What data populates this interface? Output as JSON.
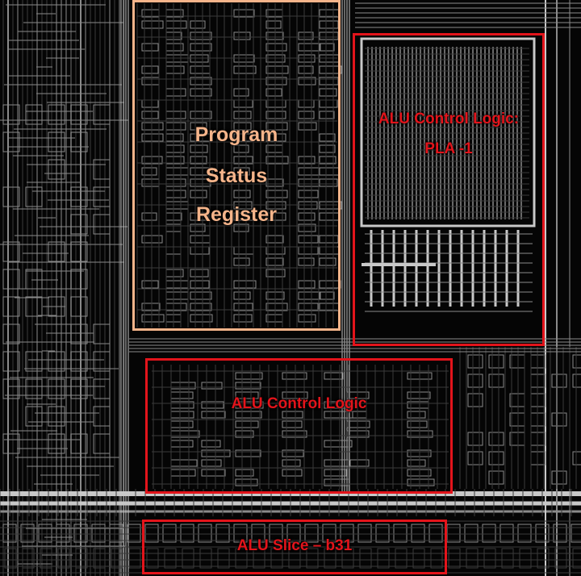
{
  "colors": {
    "background": "#050505",
    "metal_light": "#c8c8c8",
    "metal_mid": "#8a8a8a",
    "metal_dark": "#3a3a3a",
    "highlight_red": "#e3141b",
    "highlight_peach": "#f5b48a"
  },
  "regions": [
    {
      "id": "program-status-register",
      "lines": [
        "Program",
        "Status",
        "Register"
      ],
      "color": "#f5b48a"
    },
    {
      "id": "alu-control-logic-pla",
      "lines": [
        "ALU Control Logic:",
        "PLA -1"
      ],
      "color": "#e3141b"
    },
    {
      "id": "alu-control-logic",
      "lines": [
        "ALU Control Logic"
      ],
      "color": "#e3141b"
    },
    {
      "id": "alu-slice-b31",
      "lines": [
        "ALU Slice – b31"
      ],
      "color": "#e3141b"
    }
  ]
}
